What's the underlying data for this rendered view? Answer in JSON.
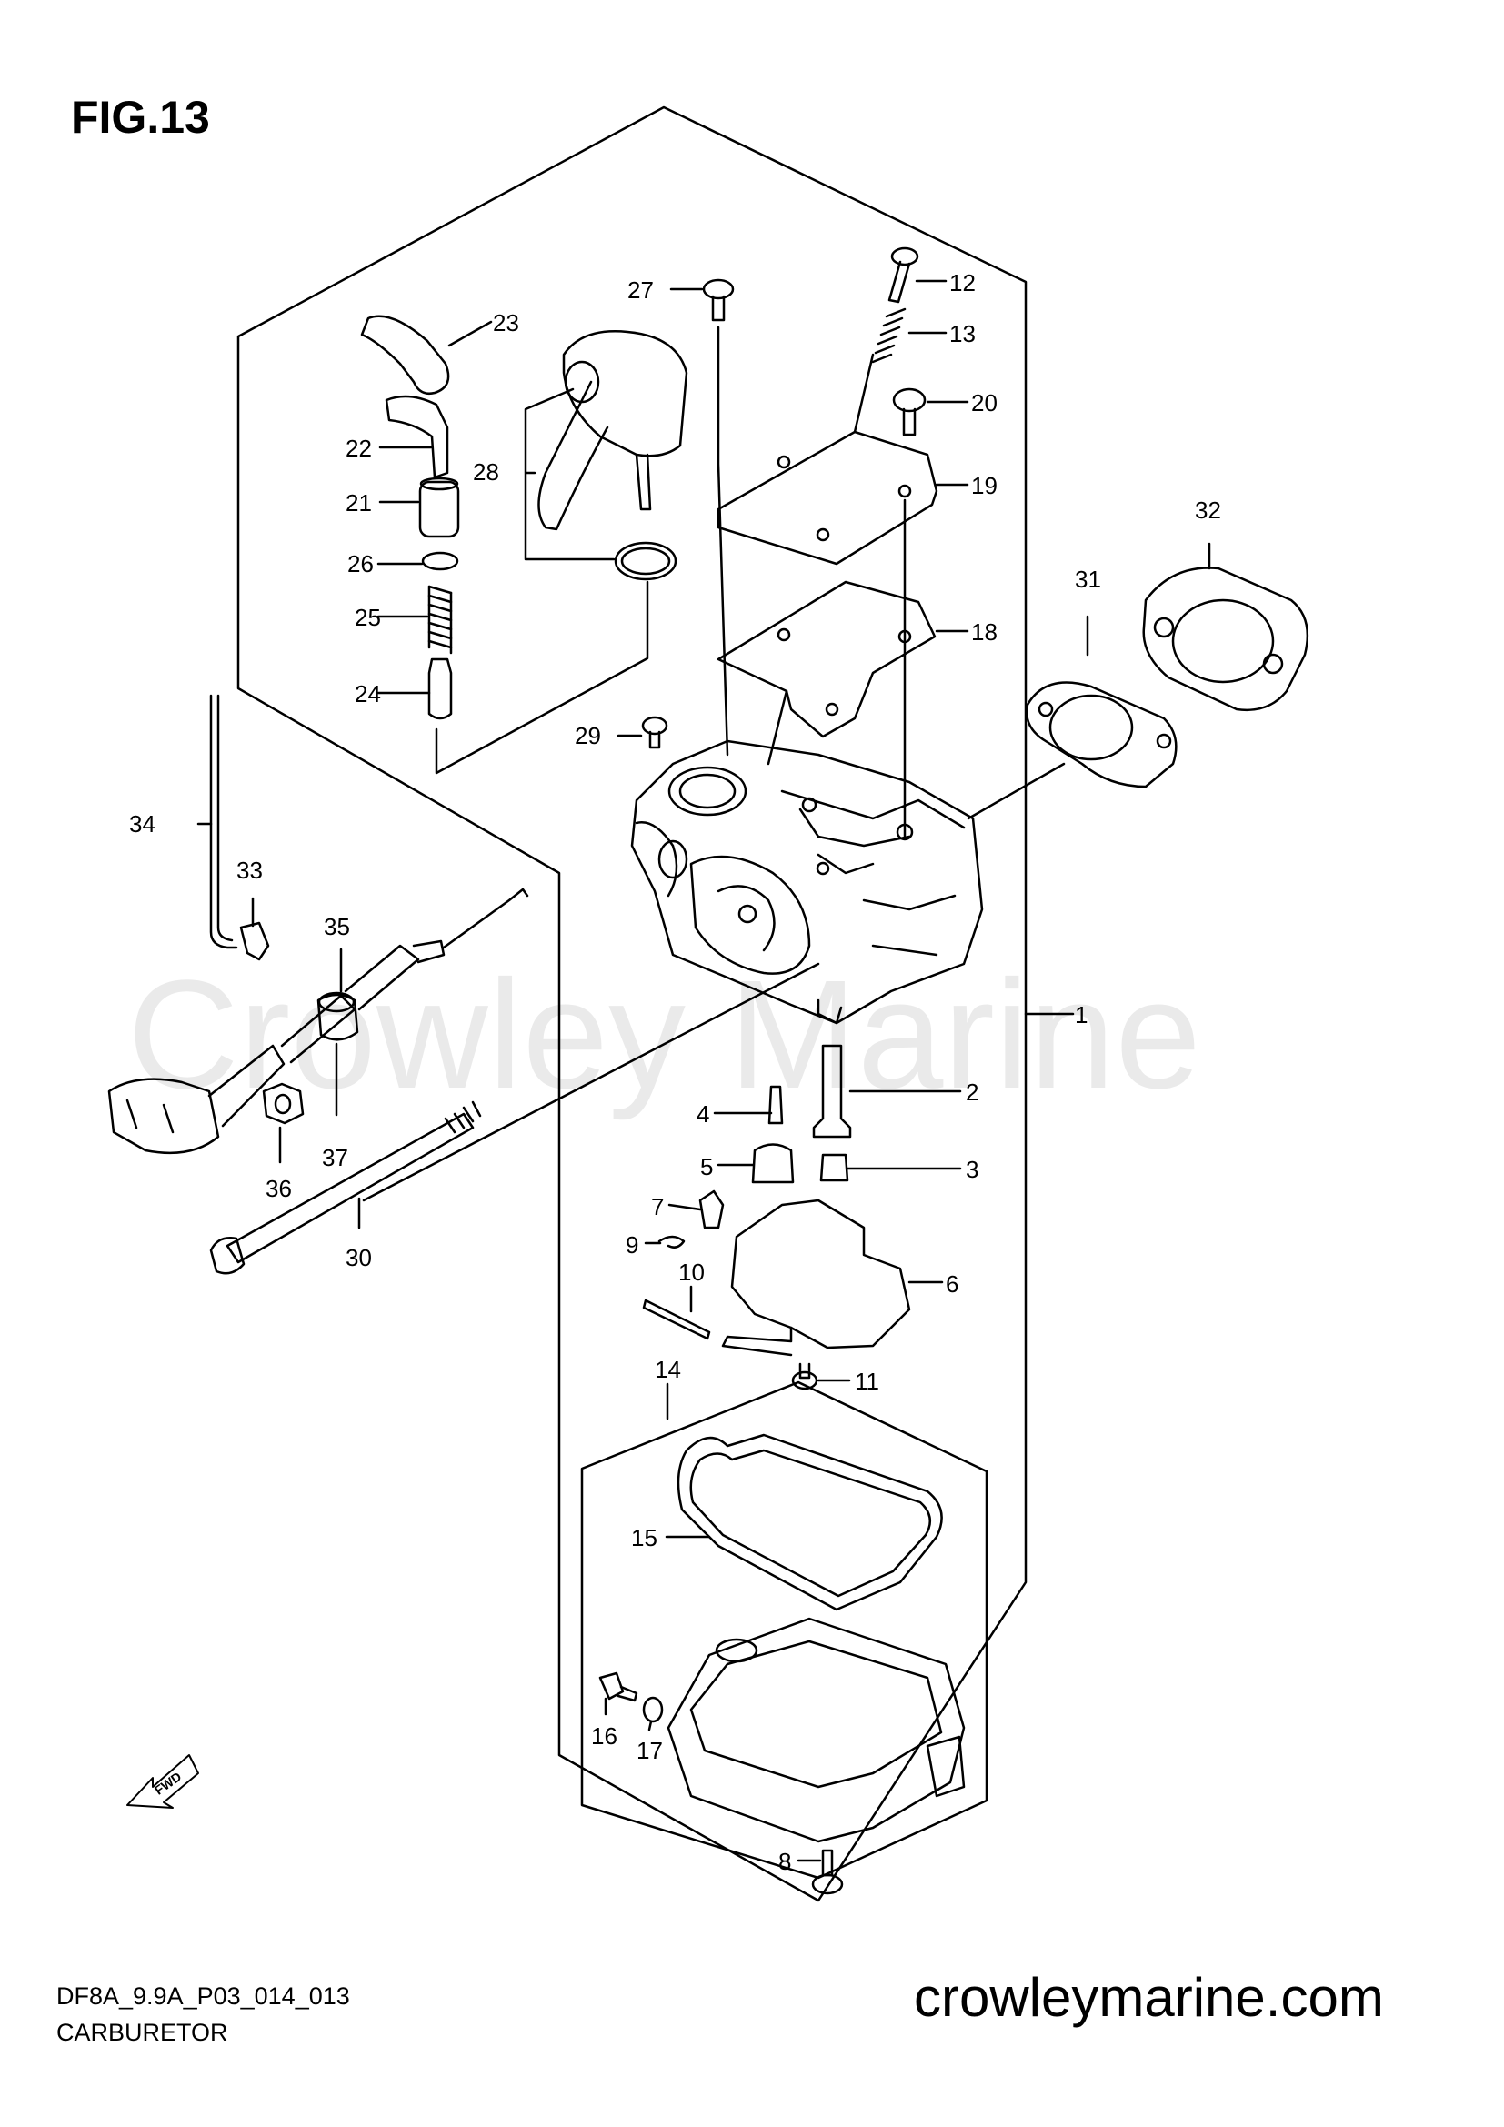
{
  "figure": {
    "title": "FIG.13",
    "code": "DF8A_9.9A_P03_014_013",
    "caption": "CARBURETOR"
  },
  "watermark": "Crowley Marine",
  "site": "crowleymarine.com",
  "fwd_label": "FWD",
  "callouts": [
    {
      "n": "1"
    },
    {
      "n": "2"
    },
    {
      "n": "3"
    },
    {
      "n": "4"
    },
    {
      "n": "5"
    },
    {
      "n": "6"
    },
    {
      "n": "7"
    },
    {
      "n": "8"
    },
    {
      "n": "9"
    },
    {
      "n": "10"
    },
    {
      "n": "11"
    },
    {
      "n": "12"
    },
    {
      "n": "13"
    },
    {
      "n": "14"
    },
    {
      "n": "15"
    },
    {
      "n": "16"
    },
    {
      "n": "17"
    },
    {
      "n": "18"
    },
    {
      "n": "19"
    },
    {
      "n": "20"
    },
    {
      "n": "21"
    },
    {
      "n": "22"
    },
    {
      "n": "23"
    },
    {
      "n": "24"
    },
    {
      "n": "25"
    },
    {
      "n": "26"
    },
    {
      "n": "27"
    },
    {
      "n": "28"
    },
    {
      "n": "29"
    },
    {
      "n": "30"
    },
    {
      "n": "31"
    },
    {
      "n": "32"
    },
    {
      "n": "33"
    },
    {
      "n": "34"
    },
    {
      "n": "35"
    },
    {
      "n": "36"
    },
    {
      "n": "37"
    }
  ]
}
